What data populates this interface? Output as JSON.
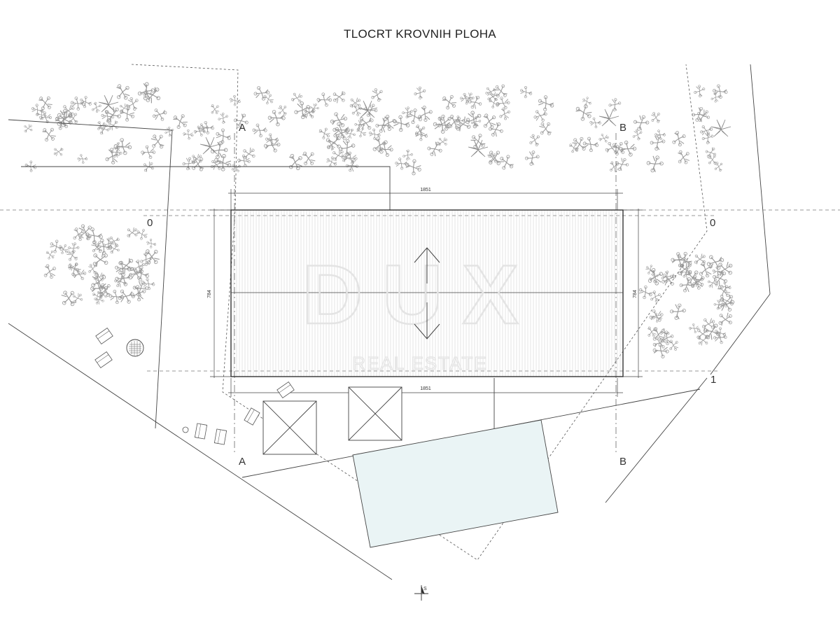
{
  "drawing": {
    "title": "TLOCRT KROVNIH PLOHA"
  },
  "section_marks": {
    "a_top": "A",
    "b_top": "B",
    "a_bottom": "A",
    "b_bottom": "B"
  },
  "grid_axes": {
    "left_0": "0",
    "right_0": "0",
    "right_1": "1"
  },
  "dimensions": {
    "top_length": "1851",
    "bottom_length": "1851",
    "left_width": "784",
    "right_width": "784"
  },
  "watermark": {
    "brand": "DUX",
    "tagline": "REAL ESTATE"
  },
  "north": {
    "label": "S"
  },
  "colors": {
    "line": "#444444",
    "pool_fill": "#eaf4f5",
    "vegetation": "#9a9a9a",
    "watermark": "#e4e4e4"
  }
}
